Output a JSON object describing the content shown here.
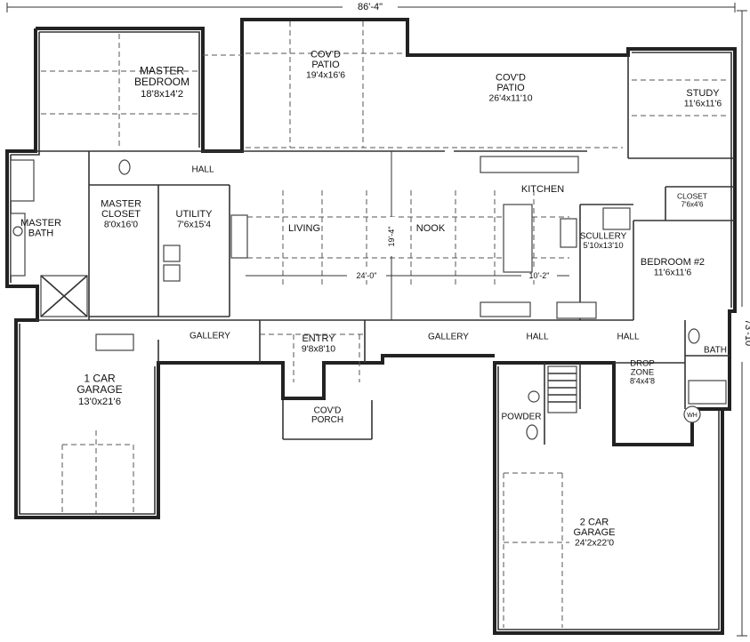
{
  "dimensions": {
    "overall_width": "86'-4\"",
    "overall_depth": "73'-10\"",
    "living_span": "24'-0\"",
    "kitchen_span": "10'-2\"",
    "ceiling_mark": "19'-4\""
  },
  "rooms": {
    "master_bedroom": {
      "name": "MASTER\nBEDROOM",
      "size": "18'8x14'2"
    },
    "covd_patio_1": {
      "name": "COV'D\nPATIO",
      "size": "19'4x16'6"
    },
    "covd_patio_2": {
      "name": "COV'D\nPATIO",
      "size": "26'4x11'10"
    },
    "study": {
      "name": "STUDY",
      "size": "11'6x11'6"
    },
    "hall_top": {
      "name": "HALL"
    },
    "kitchen": {
      "name": "KITCHEN"
    },
    "closet": {
      "name": "CLOSET",
      "size": "7'6x4'6"
    },
    "master_bath": {
      "name": "MASTER\nBATH"
    },
    "master_closet": {
      "name": "MASTER\nCLOSET",
      "size": "8'0x16'0"
    },
    "utility": {
      "name": "UTILITY",
      "size": "7'6x15'4"
    },
    "living": {
      "name": "LIVING"
    },
    "nook": {
      "name": "NOOK"
    },
    "scullery": {
      "name": "SCULLERY",
      "size": "5'10x13'10"
    },
    "bedroom2": {
      "name": "BEDROOM #2",
      "size": "11'6x11'6"
    },
    "gallery_left": {
      "name": "GALLERY"
    },
    "entry": {
      "name": "ENTRY",
      "size": "9'8x8'10"
    },
    "gallery_right": {
      "name": "GALLERY"
    },
    "hall_mid": {
      "name": "HALL"
    },
    "hall_right": {
      "name": "HALL"
    },
    "bath": {
      "name": "BATH"
    },
    "garage1": {
      "name": "1 CAR\nGARAGE",
      "size": "13'0x21'6"
    },
    "drop_zone": {
      "name": "DROP\nZONE",
      "size": "8'4x4'8"
    },
    "powder": {
      "name": "POWDER"
    },
    "covd_porch": {
      "name": "COV'D\nPORCH"
    },
    "garage2": {
      "name": "2 CAR\nGARAGE",
      "size": "24'2x22'0"
    }
  },
  "symbols": {
    "water_heater": "WH"
  }
}
